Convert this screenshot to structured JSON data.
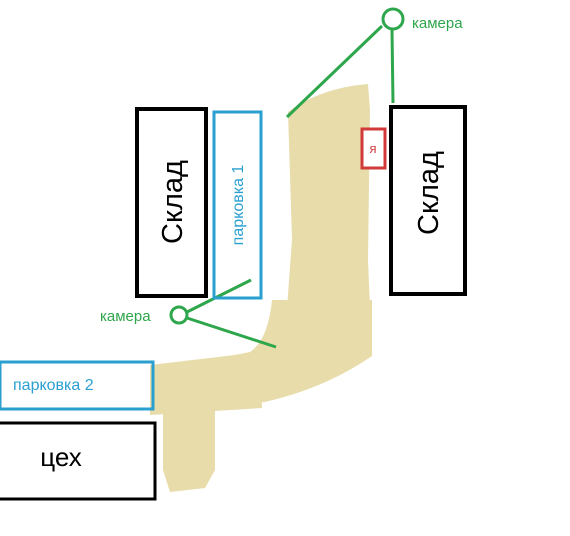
{
  "colors": {
    "road": "#e8dcaa",
    "building": "#000000",
    "parking": "#2a9fd0",
    "camera": "#2ea64b",
    "me": "#d03a3a",
    "background": "#ffffff"
  },
  "labels": {
    "warehouse_left": "Склад",
    "warehouse_right": "Склад",
    "parking_1": "парковка 1",
    "parking_2": "парковка 2",
    "workshop": "цех",
    "camera_top": "камера",
    "camera_left": "камера",
    "me": "я"
  }
}
